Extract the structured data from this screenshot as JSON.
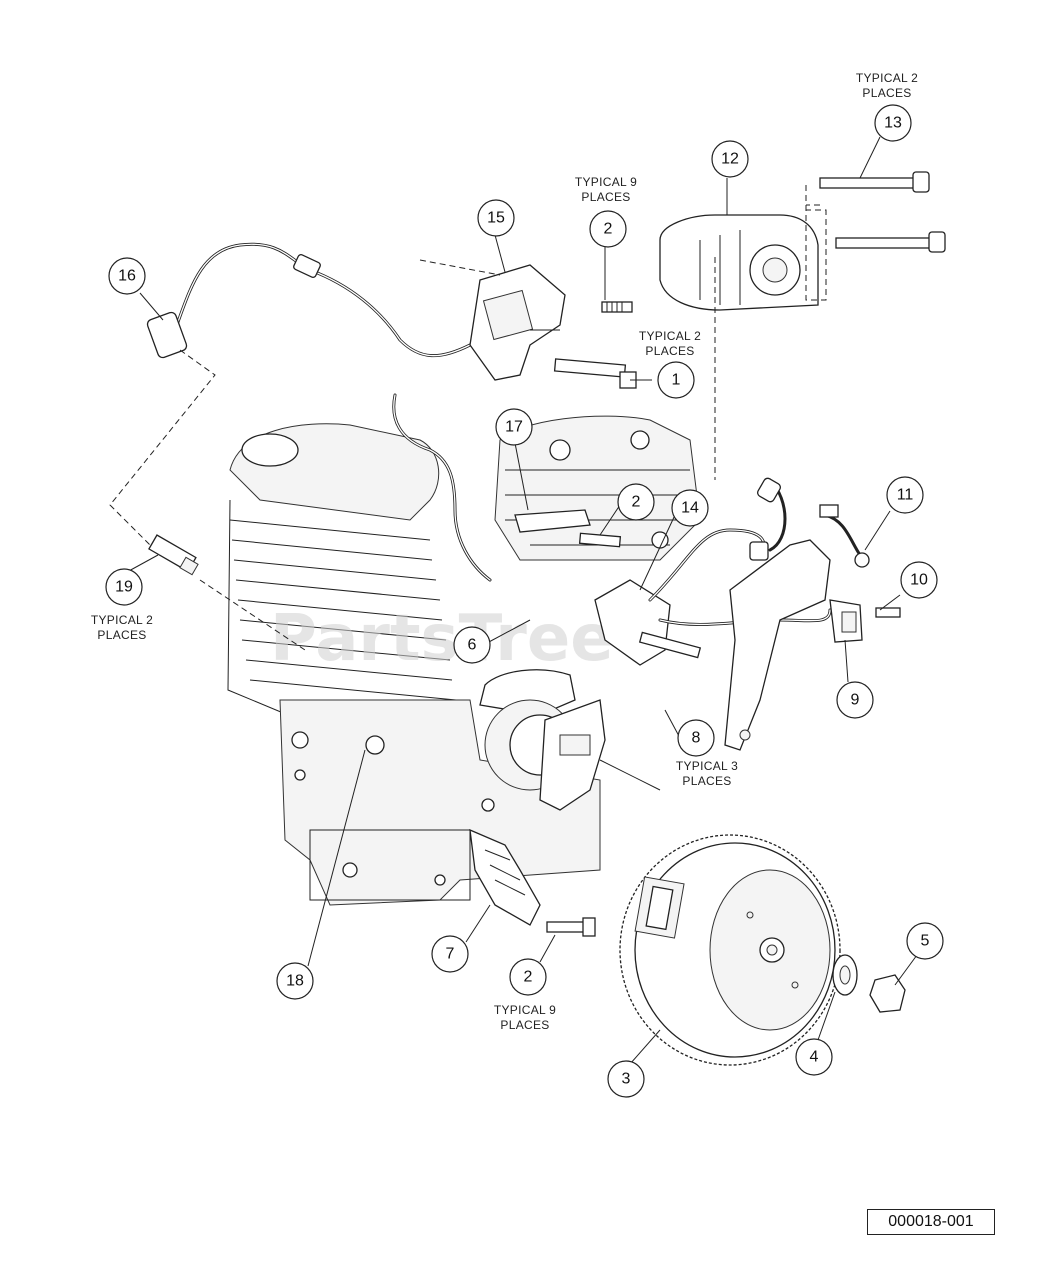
{
  "watermark": "PartsTree",
  "drawing_number": "000018-001",
  "callouts": [
    {
      "id": "c1",
      "label": "1"
    },
    {
      "id": "c2a",
      "label": "2"
    },
    {
      "id": "c2b",
      "label": "2"
    },
    {
      "id": "c2c",
      "label": "2"
    },
    {
      "id": "c3",
      "label": "3"
    },
    {
      "id": "c4",
      "label": "4"
    },
    {
      "id": "c5",
      "label": "5"
    },
    {
      "id": "c6",
      "label": "6"
    },
    {
      "id": "c7",
      "label": "7"
    },
    {
      "id": "c8",
      "label": "8"
    },
    {
      "id": "c9",
      "label": "9"
    },
    {
      "id": "c10",
      "label": "10"
    },
    {
      "id": "c11",
      "label": "11"
    },
    {
      "id": "c12",
      "label": "12"
    },
    {
      "id": "c13",
      "label": "13"
    },
    {
      "id": "c14",
      "label": "14"
    },
    {
      "id": "c15",
      "label": "15"
    },
    {
      "id": "c16",
      "label": "16"
    },
    {
      "id": "c17",
      "label": "17"
    },
    {
      "id": "c18",
      "label": "18"
    },
    {
      "id": "c19",
      "label": "19"
    }
  ],
  "notes": {
    "n13": [
      "TYPICAL 2",
      "PLACES"
    ],
    "n2a": [
      "TYPICAL 9",
      "PLACES"
    ],
    "n1": [
      "TYPICAL 2",
      "PLACES"
    ],
    "n19": [
      "TYPICAL 2",
      "PLACES"
    ],
    "n8": [
      "TYPICAL 3",
      "PLACES"
    ],
    "n2c": [
      "TYPICAL 9",
      "PLACES"
    ]
  }
}
